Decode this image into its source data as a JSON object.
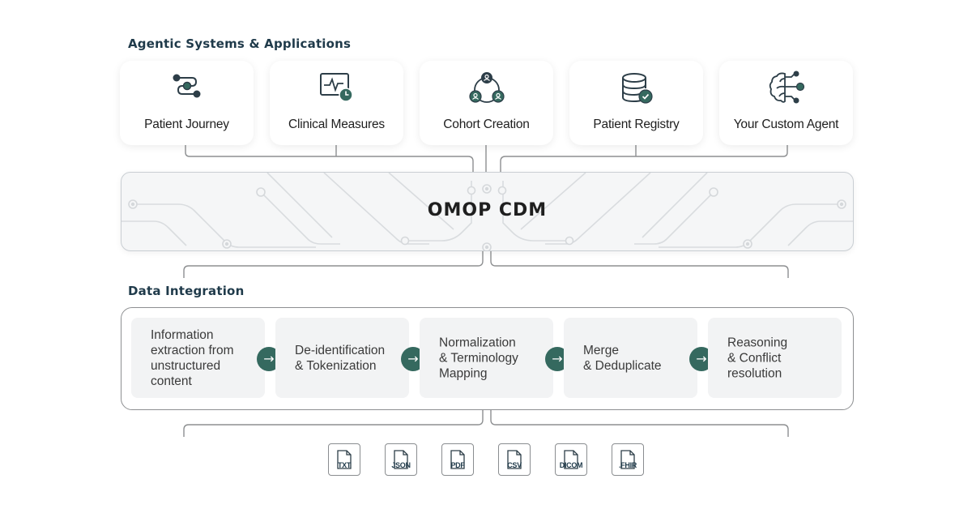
{
  "sections": {
    "apps_title": "Agentic Systems & Applications",
    "integration_title": "Data Integration"
  },
  "apps": [
    {
      "label": "Patient Journey",
      "icon": "journey-path-icon"
    },
    {
      "label": "Clinical Measures",
      "icon": "monitor-clock-icon"
    },
    {
      "label": "Cohort Creation",
      "icon": "people-network-icon"
    },
    {
      "label": "Patient Registry",
      "icon": "database-check-icon"
    },
    {
      "label": "Your Custom Agent",
      "icon": "brain-circuit-icon"
    }
  ],
  "core": {
    "label": "OMOP CDM"
  },
  "steps": [
    {
      "label": "Information\nextraction from\nunstructured\ncontent"
    },
    {
      "label": "De-identification\n& Tokenization"
    },
    {
      "label": "Normalization\n& Terminology\nMapping"
    },
    {
      "label": "Merge\n& Deduplicate"
    },
    {
      "label": "Reasoning\n& Conflict\nresolution"
    }
  ],
  "files": [
    {
      "ext": "TXT",
      "icon": "file-icon"
    },
    {
      "ext": "JSON",
      "icon": "file-icon"
    },
    {
      "ext": "PDF",
      "icon": "file-icon"
    },
    {
      "ext": "CSV",
      "icon": "file-icon"
    },
    {
      "ext": "DICOM",
      "icon": "file-icon"
    },
    {
      "ext": ".FHIR",
      "icon": "file-icon"
    }
  ],
  "colors": {
    "accent": "#35695f",
    "icon_dark": "#2d3e48",
    "connector": "#8d8f91",
    "title": "#1f3a4a"
  }
}
